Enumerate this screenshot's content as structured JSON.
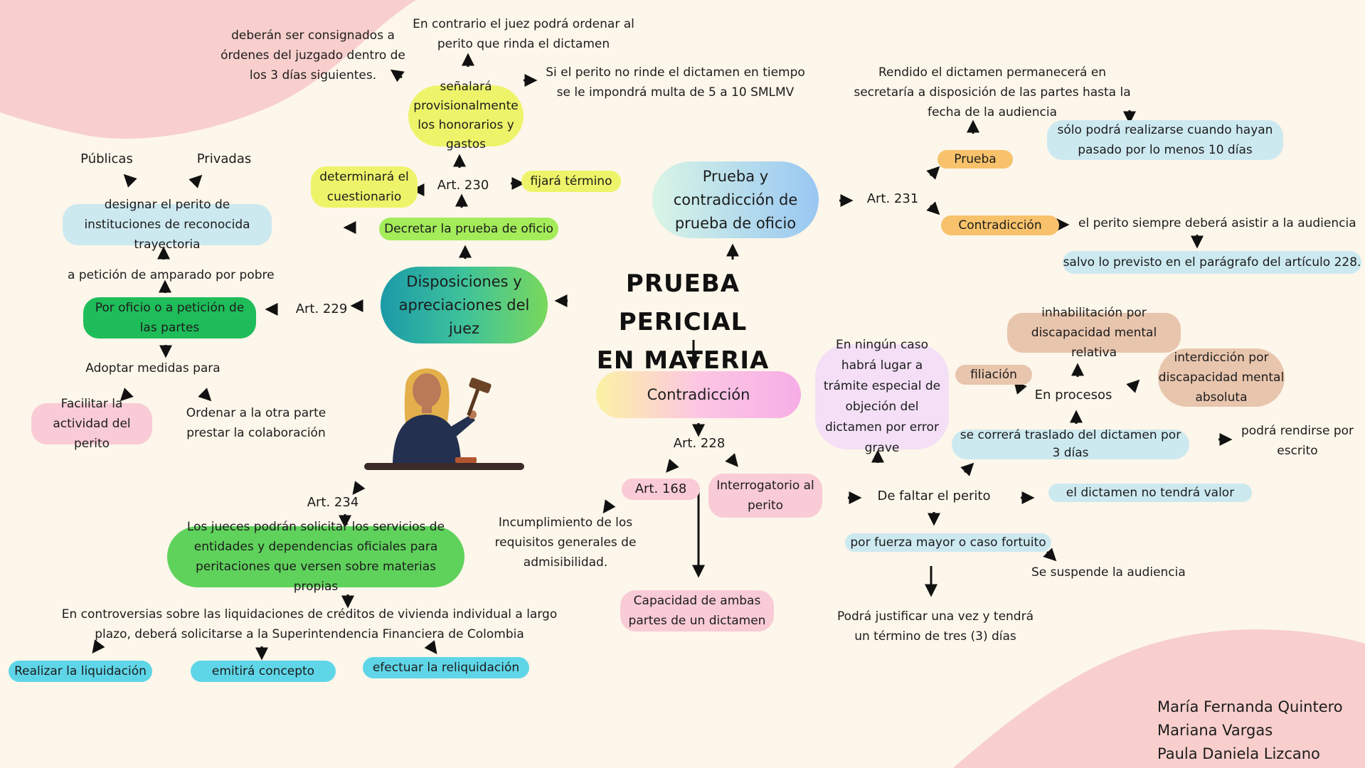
{
  "title": {
    "line1": "PRUEBA PERICIAL",
    "line2": "EN MATERIA CIVIL"
  },
  "left": {
    "disposiciones": "Disposiciones y apreciaciones del juez",
    "art229": "Art. 229",
    "por_oficio": "Por oficio o a petición de las partes",
    "peticion_pobre": "a petición de amparado por pobre",
    "designar": "designar el perito de instituciones de reconocida trayectoria",
    "publicas": "Públicas",
    "privadas": "Privadas",
    "adoptar": "Adoptar medidas para",
    "facilitar": "Facilitar la actividad del perito",
    "ordenar": "Ordenar a la otra parte prestar la colaboración",
    "decretar": "Decretar la prueba de oficio",
    "art230": "Art. 230",
    "determinara": "determinará el cuestionario",
    "fijara": "fijará término",
    "senalara": "señalará provisionalmente los honorarios y gastos",
    "deberan": "deberán ser consignados a órdenes del juzgado dentro de los  3 días siguientes.",
    "contrario": "En contrario el juez podrá ordenar al perito que rinda el dictamen",
    "multa": "Si el perito no rinde el dictamen en tiempo se le impondrá multa de  5 a 10 SMLMV"
  },
  "right": {
    "prueba_contradiccion": "Prueba y contradicción de prueba de oficio",
    "art231": "Art. 231",
    "prueba": "Prueba",
    "rendido": "Rendido el dictamen permanecerá en secretaría a disposición de las partes hasta la fecha de la audiencia",
    "solo_podra": "sólo podrá realizarse cuando hayan pasado por lo menos 10 días",
    "contradiccion": "Contradicción",
    "perito_asistir": "el perito siempre deberá asistir a la audiencia",
    "salvo": "salvo lo previsto en el parágrafo del artículo 228."
  },
  "bottom": {
    "contradiccion": "Contradicción",
    "art228": "Art. 228",
    "art168": "Art. 168",
    "interrogatorio": "Interrogatorio al perito",
    "incumplimiento": "Incumplimiento de los requisitos generales de admisibilidad.",
    "capacidad": "Capacidad de ambas partes de un dictamen",
    "ningun_caso": "En ningún caso habrá lugar a trámite especial de objeción del dictamen por error grave",
    "inhabilitacion": "inhabilitación por discapacidad mental relativa",
    "filiacion": "filiación",
    "interdiccion": "interdicción por discapacidad mental absoluta",
    "en_procesos": "En procesos",
    "traslado": "se correrá traslado del dictamen por 3 días",
    "escrito": "podrá rendirse por escrito",
    "faltar": "De faltar el perito",
    "sin_valor": "el dictamen no tendrá valor",
    "fuerza_mayor": "por fuerza mayor o caso fortuito",
    "suspende": "Se suspende la audiencia",
    "justificar": "Podrá justificar una vez y tendrá un término de tres (3) días",
    "art234": "Art. 234",
    "jueces": "Los jueces podrán solicitar los servicios de entidades y dependencias oficiales para peritaciones que versen sobre materias propias",
    "controversias": "En controversias sobre las liquidaciones de créditos de vivienda individual a largo plazo, deberá solicitarse a la Superintendencia Financiera de Colombia",
    "realizar": "Realizar la liquidación",
    "emitira": "emitirá concepto",
    "efectuar": "efectuar la reliquidación"
  },
  "authors": [
    "María Fernanda Quintero",
    "Mariana Vargas",
    "Paula Daniela Lizcano"
  ],
  "colors": {
    "background": "#fdf6ea",
    "blob": "#f8cfcd",
    "yellow": "#eef46a",
    "green": "#5fd25c",
    "dark_green": "#1fbd5a",
    "light_blue": "#cde9f0",
    "pink": "#f9cbd6",
    "orange": "#f7c26b",
    "tan": "#e8c5ad",
    "cyan": "#5fd6e8",
    "lavender": "#f4dff6"
  },
  "icons": [
    "judge-illustration",
    "gavel-icon"
  ]
}
